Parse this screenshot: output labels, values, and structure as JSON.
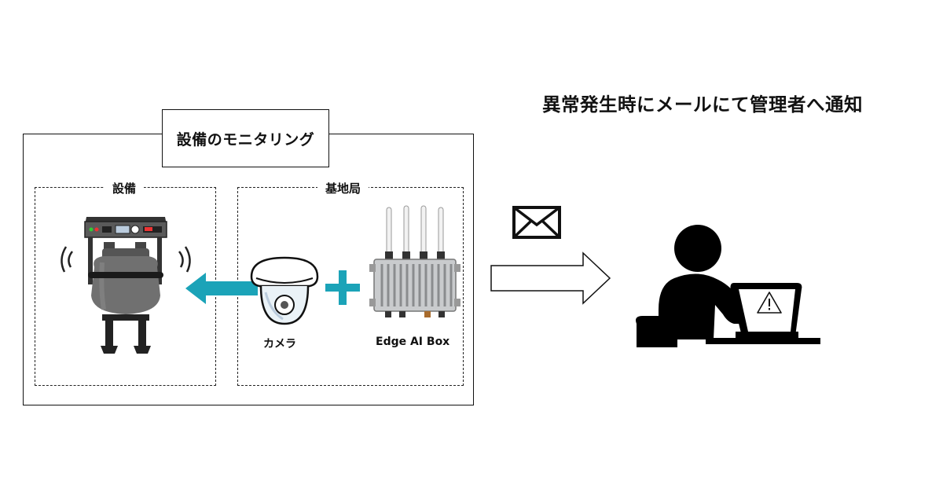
{
  "monitoring": {
    "title": "設備のモニタリング",
    "equipment_label": "設備",
    "base_station_label": "基地局",
    "camera_label": "カメラ",
    "edge_box_label": "Edge AI Box"
  },
  "notification": {
    "text": "異常発生時にメールにて管理者へ通知"
  },
  "icons": {
    "machine": "machine-icon",
    "camera": "dome-camera-icon",
    "plus": "plus-icon",
    "edge_box": "edge-ai-box-icon",
    "mail": "mail-envelope-icon",
    "admin": "admin-at-laptop-icon",
    "warning": "warning-icon"
  },
  "colors": {
    "arrow": "#1BA3B8",
    "plus": "#1BA3B8",
    "machine_body": "#707070"
  }
}
